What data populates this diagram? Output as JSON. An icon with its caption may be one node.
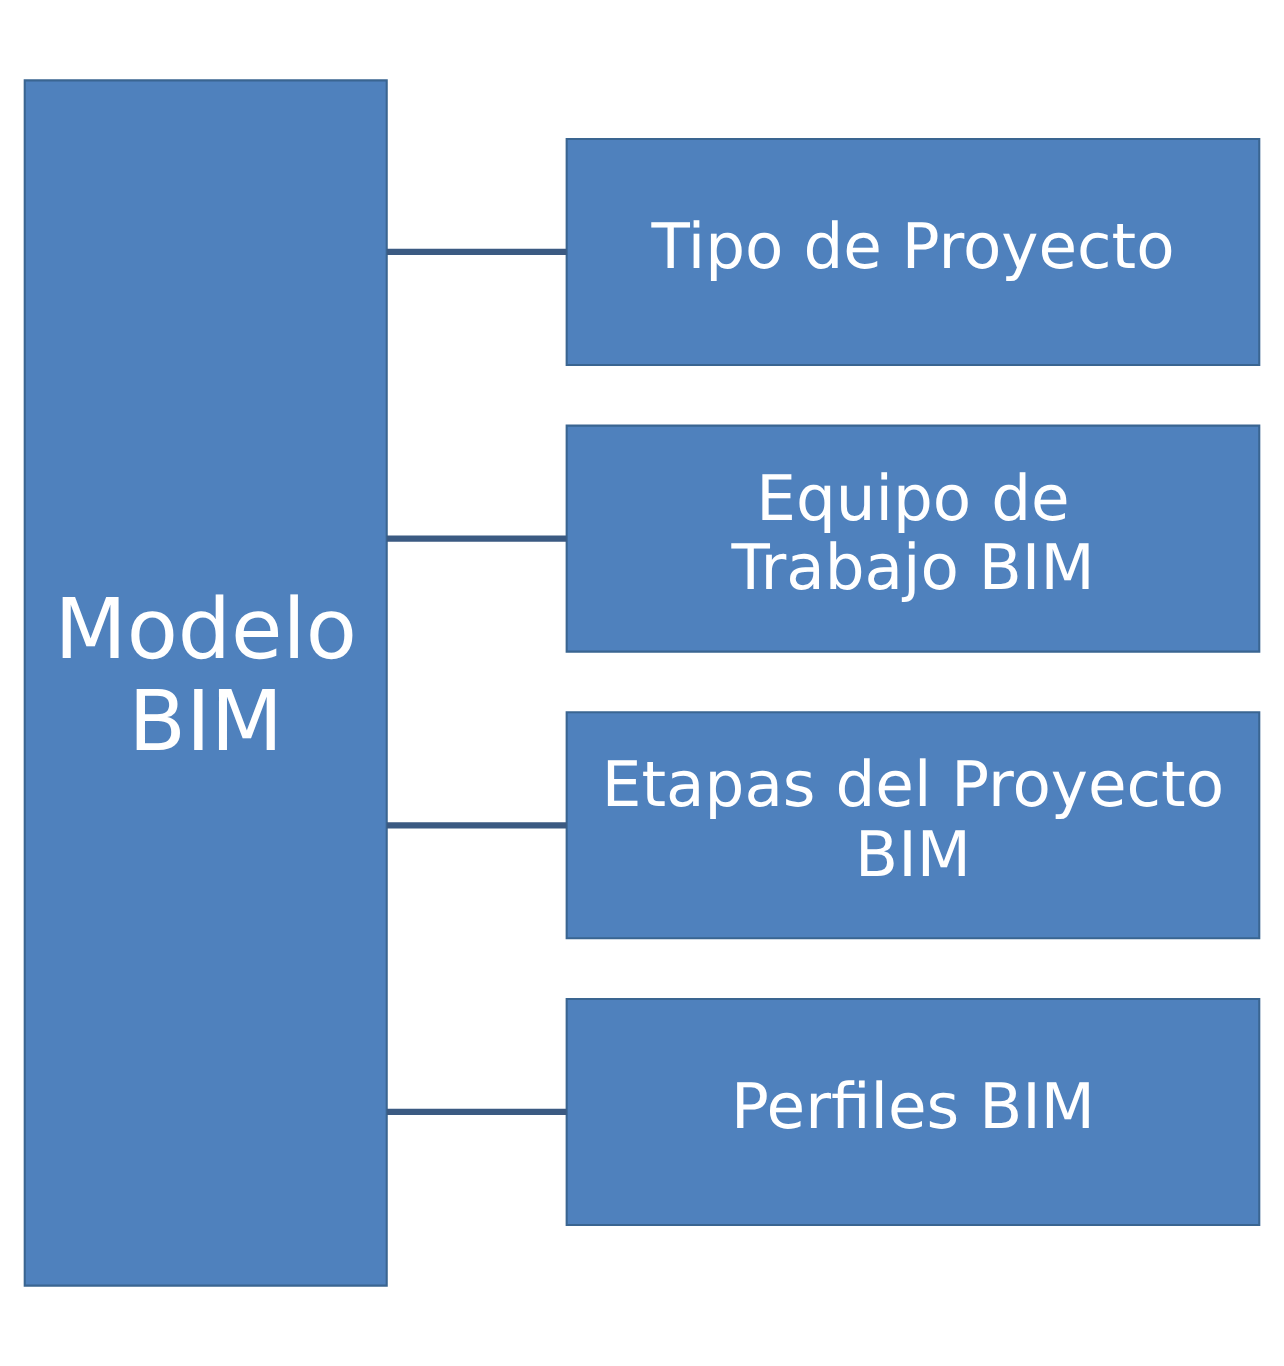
{
  "diagram": {
    "nodes": [
      {
        "text": [
          "Modelo BIM"
        ]
      },
      {
        "text": [
          "Tipo de Proyecto"
        ]
      },
      {
        "text": [
          "Equipo de Trabajo BIM"
        ]
      },
      {
        "text": [
          "Etapas del Proyecto BIM"
        ]
      },
      {
        "text": [
          "Perfiles BIM"
        ]
      }
    ],
    "edges": [
      {
        "from": 0,
        "to": 1,
        "arrow": "none"
      },
      {
        "from": 0,
        "to": 2,
        "arrow": "none"
      },
      {
        "from": 0,
        "to": 3,
        "arrow": "none"
      },
      {
        "from": 0,
        "to": 4,
        "arrow": "none"
      }
    ]
  }
}
